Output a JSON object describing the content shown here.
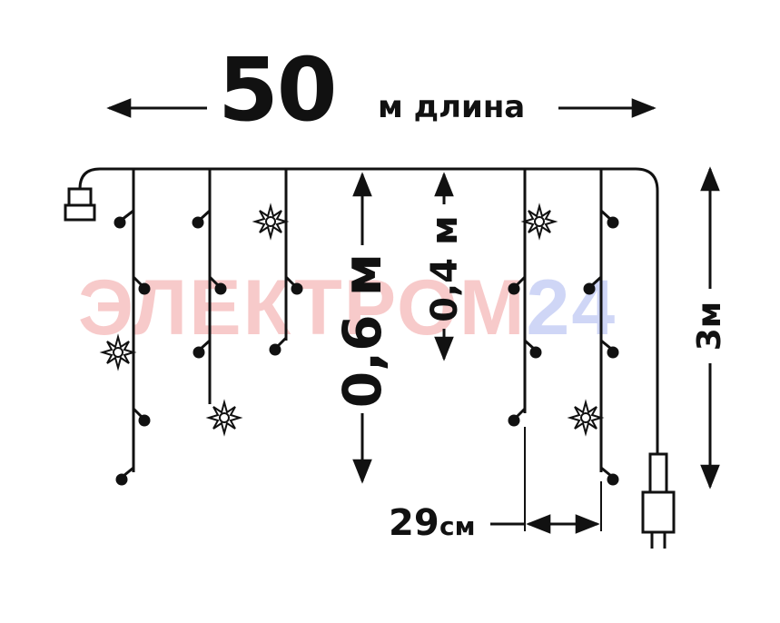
{
  "dimensions": {
    "length_value": "50",
    "length_unit": "м длина",
    "drop_long": "0,6 м",
    "drop_short": "0,4 м",
    "lead_length": "3м",
    "spacing_value": "29",
    "spacing_unit": "см"
  },
  "watermark": {
    "red_text": "ЭЛЕКТРОМ",
    "blue_text": "24"
  },
  "colors": {
    "ink": "#111111",
    "watermark_red": "#f2a0a0",
    "watermark_blue": "#a9b6f0"
  }
}
